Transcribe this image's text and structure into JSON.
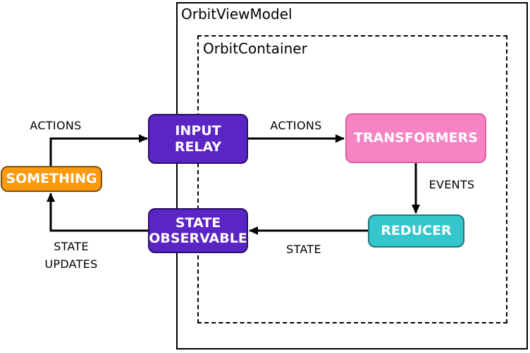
{
  "containers": {
    "outer": {
      "label": "OrbitViewModel"
    },
    "inner": {
      "label": "OrbitContainer"
    }
  },
  "nodes": {
    "input_relay": {
      "label": "INPUT\nRELAY",
      "fill": "#5B24C4",
      "stroke": "#2B0E66",
      "text_color": "#FFFFFF"
    },
    "transformers": {
      "label": "TRANSFORMERS",
      "fill": "#F783C4",
      "stroke": "#DF5F9F",
      "text_color": "#FFFFFF"
    },
    "reducer": {
      "label": "REDUCER",
      "fill": "#34C6CB",
      "stroke": "#20797D",
      "text_color": "#FFFFFF"
    },
    "state_observable": {
      "label": "STATE\nOBSERVABLE",
      "fill": "#5B24C4",
      "stroke": "#2B0E66",
      "text_color": "#FFFFFF"
    },
    "something": {
      "label": "SOMETHING",
      "fill": "#FB990F",
      "stroke": "#7C5310",
      "text_color": "#FFFFFF"
    }
  },
  "edges": {
    "something_to_input_relay": {
      "label": "ACTIONS"
    },
    "input_relay_to_transformers": {
      "label": "ACTIONS"
    },
    "transformers_to_reducer": {
      "label": "EVENTS"
    },
    "reducer_to_state_observable": {
      "label": "STATE"
    },
    "state_observable_to_something": {
      "label": "STATE\nUPDATES"
    }
  },
  "edge_color": "#000000",
  "border_color": "#000000"
}
